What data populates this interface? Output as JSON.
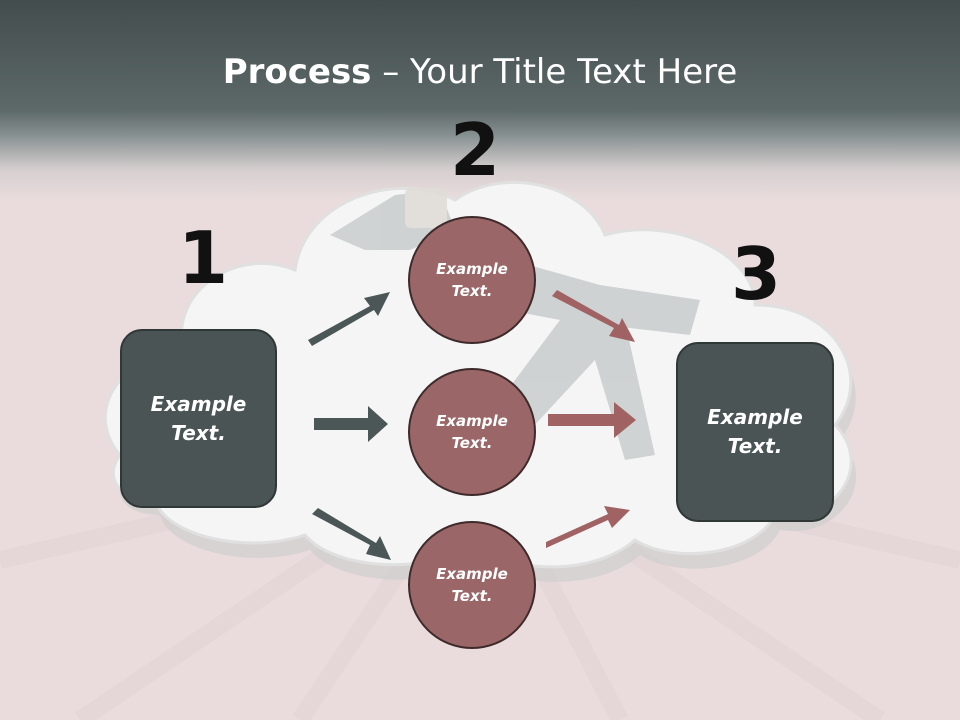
{
  "title": {
    "bold": "Process",
    "rest": " – Your Title Text Here"
  },
  "steps": {
    "one": {
      "number": "1",
      "text": "Example Text."
    },
    "two": {
      "number": "2",
      "circles": [
        {
          "text": "Example Text."
        },
        {
          "text": "Example Text."
        },
        {
          "text": "Example Text."
        }
      ]
    },
    "three": {
      "number": "3",
      "text": "Example Text."
    }
  },
  "colors": {
    "header": "#5d6868",
    "background": "#eadcdd",
    "box": "#4a5455",
    "circle": "#9a6667",
    "arrow_dark": "#4b5656",
    "arrow_red": "#a06262"
  }
}
